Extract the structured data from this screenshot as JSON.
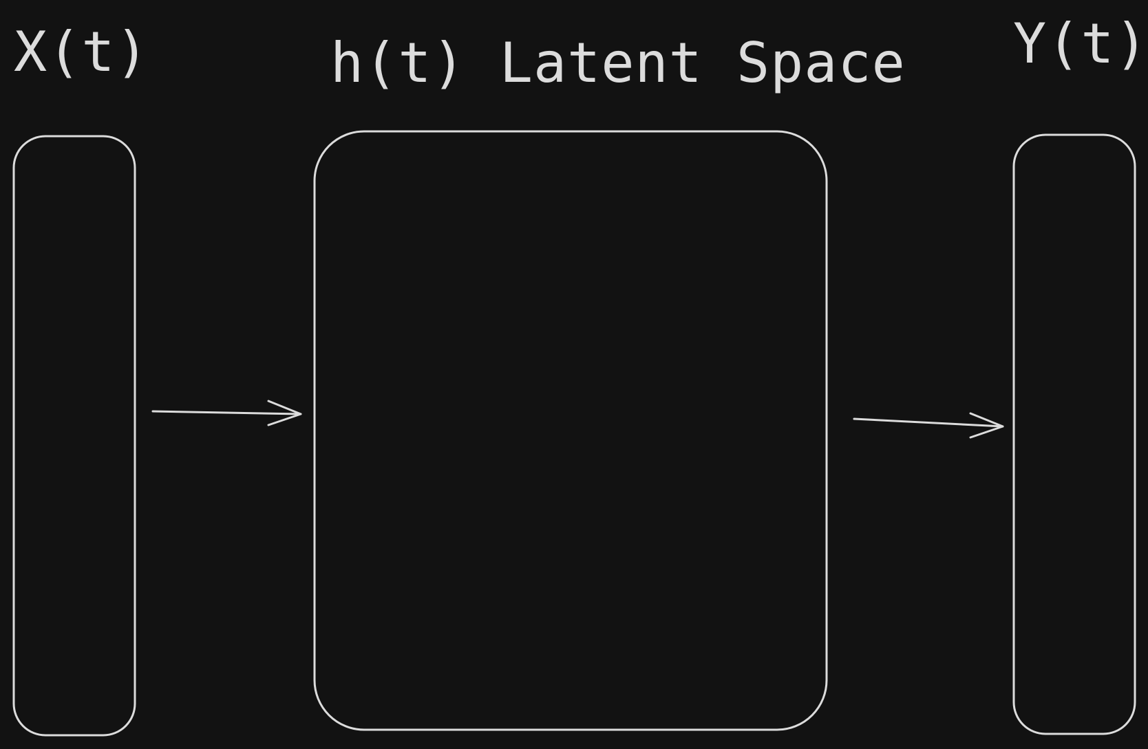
{
  "diagram": {
    "input": {
      "label": "X(t)"
    },
    "latent": {
      "label": "h(t) Latent Space"
    },
    "output": {
      "label": "Y(t)"
    },
    "colors": {
      "background": "#121212",
      "stroke": "#dcdcdc"
    }
  }
}
